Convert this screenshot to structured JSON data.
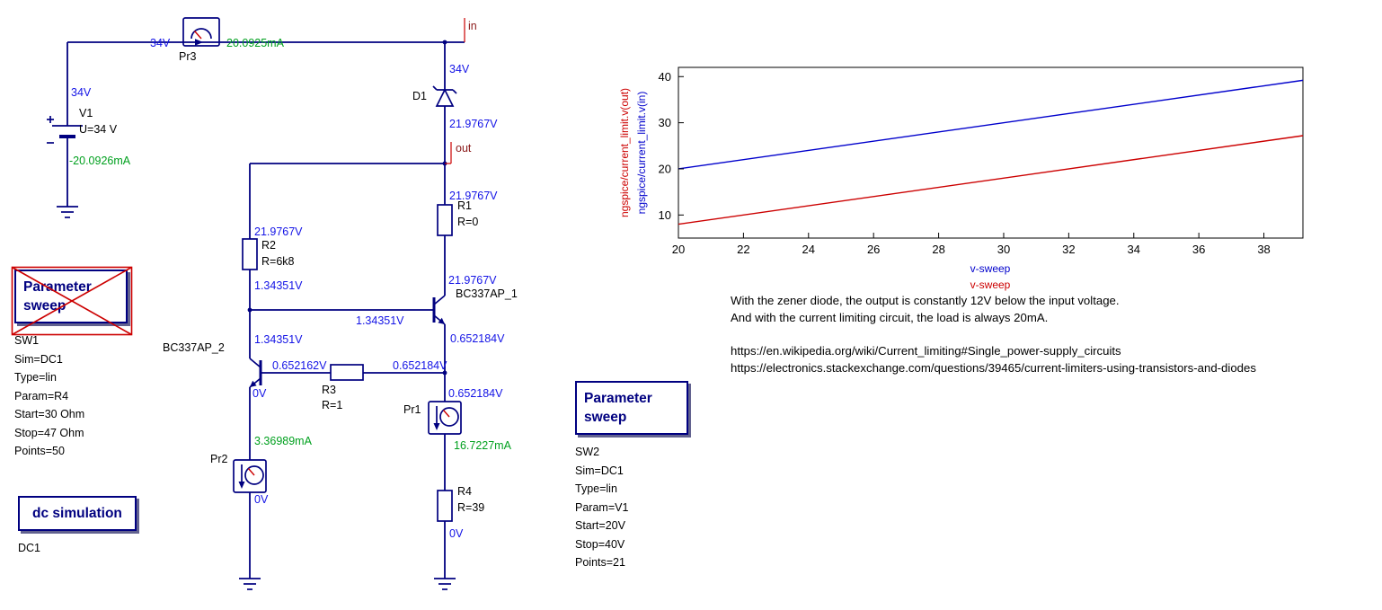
{
  "schematic": {
    "v1": {
      "name": "V1",
      "value": "U=34 V",
      "node_voltage": "34V",
      "current": "-20.0926mA"
    },
    "pr3": {
      "name": "Pr3",
      "node_voltage": "34V",
      "current": "20.0925mA"
    },
    "pr1": {
      "name": "Pr1",
      "current": "16.7227mA"
    },
    "pr2": {
      "name": "Pr2",
      "current": "3.36989mA"
    },
    "d1": {
      "name": "D1"
    },
    "r1": {
      "name": "R1",
      "value": "R=0"
    },
    "r2": {
      "name": "R2",
      "value": "R=6k8"
    },
    "r3": {
      "name": "R3",
      "value": "R=1"
    },
    "r4": {
      "name": "R4",
      "value": "R=39"
    },
    "q1": {
      "name": "BC337AP_1"
    },
    "q2": {
      "name": "BC337AP_2"
    },
    "ports": {
      "in": "in",
      "out": "out"
    },
    "nodes": {
      "in_wire": "34V",
      "d1_out": "21.9767V",
      "r1_top": "21.9767V",
      "r2_top": "21.9767V",
      "r2_bottom": "1.34351V",
      "q1_collector": "21.9767V",
      "q1_base": "1.34351V",
      "q2_collector": "1.34351V",
      "r3_left": "0.652162V",
      "r3_right": "0.652184V",
      "q1_emitter": "0.652184V",
      "q2_emitter": "0V",
      "pr1_top": "0.652184V",
      "pr2_bottom": "0V",
      "r4_bottom": "0V"
    }
  },
  "sweep1": {
    "title": "Parameter sweep",
    "disabled": true,
    "lines": [
      "SW1",
      "Sim=DC1",
      "Type=lin",
      "Param=R4",
      "Start=30 Ohm",
      "Stop=47 Ohm",
      "Points=50"
    ]
  },
  "sweep2": {
    "title": "Parameter sweep",
    "disabled": false,
    "lines": [
      "SW2",
      "Sim=DC1",
      "Type=lin",
      "Param=V1",
      "Start=20V",
      "Stop=40V",
      "Points=21"
    ]
  },
  "dc_sim": {
    "title": "dc simulation",
    "lines": [
      "DC1"
    ]
  },
  "chart_data": {
    "type": "line",
    "x_range": [
      20,
      39.2
    ],
    "y_range": [
      5,
      42
    ],
    "x_ticks": [
      20,
      22,
      24,
      26,
      28,
      30,
      32,
      34,
      36,
      38
    ],
    "y_ticks": [
      10,
      20,
      30,
      40
    ],
    "xlabel_blue": "v-sweep",
    "xlabel_red": "v-sweep",
    "ylabel_red": "ngspice/current_limit.v(out)",
    "ylabel_blue": "ngspice/current_limit.v(in)",
    "grid": false,
    "legend_position": "left-axis",
    "series": [
      {
        "name": "ngspice/current_limit.v(in)",
        "color": "#0000cc",
        "x": [
          20,
          39.2
        ],
        "y": [
          20,
          39.2
        ]
      },
      {
        "name": "ngspice/current_limit.v(out)",
        "color": "#cc0000",
        "x": [
          20,
          39.2
        ],
        "y": [
          8,
          27.2
        ]
      }
    ]
  },
  "notes": {
    "line1": "With the zener diode, the output is constantly 12V below the input voltage.",
    "line2": "And with the current limiting circuit, the load is always 20mA.",
    "link1": "https://en.wikipedia.org/wiki/Current_limiting#Single_power-supply_circuits",
    "link2": "https://electronics.stackexchange.com/questions/39465/current-limiters-using-transistors-and-diodes"
  }
}
